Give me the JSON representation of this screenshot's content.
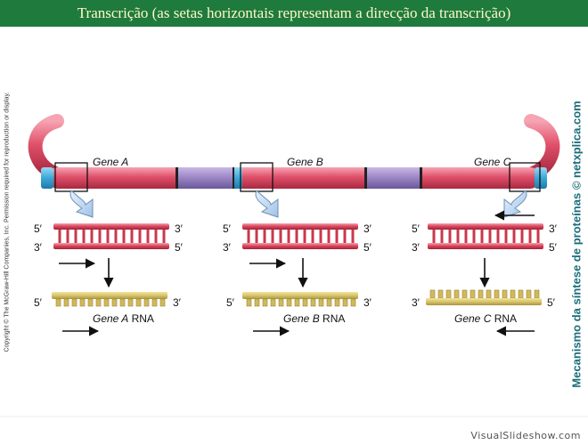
{
  "title": "Transcrição (as setas horizontais representam a direcção da transcrição)",
  "copyright": "Copyright © The McGraw-Hill Companies, Inc. Permission required for reproduction or display.",
  "side_caption": "Mecanismo da síntese de proteínas © netxplica.com",
  "watermark": "VisualSlideshow.com",
  "strand_labels": {
    "five_prime": "5′",
    "three_prime": "3′"
  },
  "genes": [
    {
      "gene_name": "Gene A",
      "rna_gene": "Gene A",
      "rna_suffix": " RNA",
      "direction": "right",
      "rna_left_label": "5′",
      "rna_right_label": "3′"
    },
    {
      "gene_name": "Gene B",
      "rna_gene": "Gene B",
      "rna_suffix": " RNA",
      "direction": "right",
      "rna_left_label": "5′",
      "rna_right_label": "3′"
    },
    {
      "gene_name": "Gene C",
      "rna_gene": "Gene C",
      "rna_suffix": " RNA",
      "direction": "left",
      "rna_left_label": "3′",
      "rna_right_label": "5′"
    }
  ],
  "colors": {
    "title_bar": "#1f7a3d",
    "title_text": "#fff8c8",
    "dna_red": "#e0506a",
    "dna_segment_purple": "#9a84c4",
    "dna_cap_blue": "#3aa8d8",
    "rna_yellow": "#d9c46a",
    "caption_teal": "#1a6f7a"
  }
}
